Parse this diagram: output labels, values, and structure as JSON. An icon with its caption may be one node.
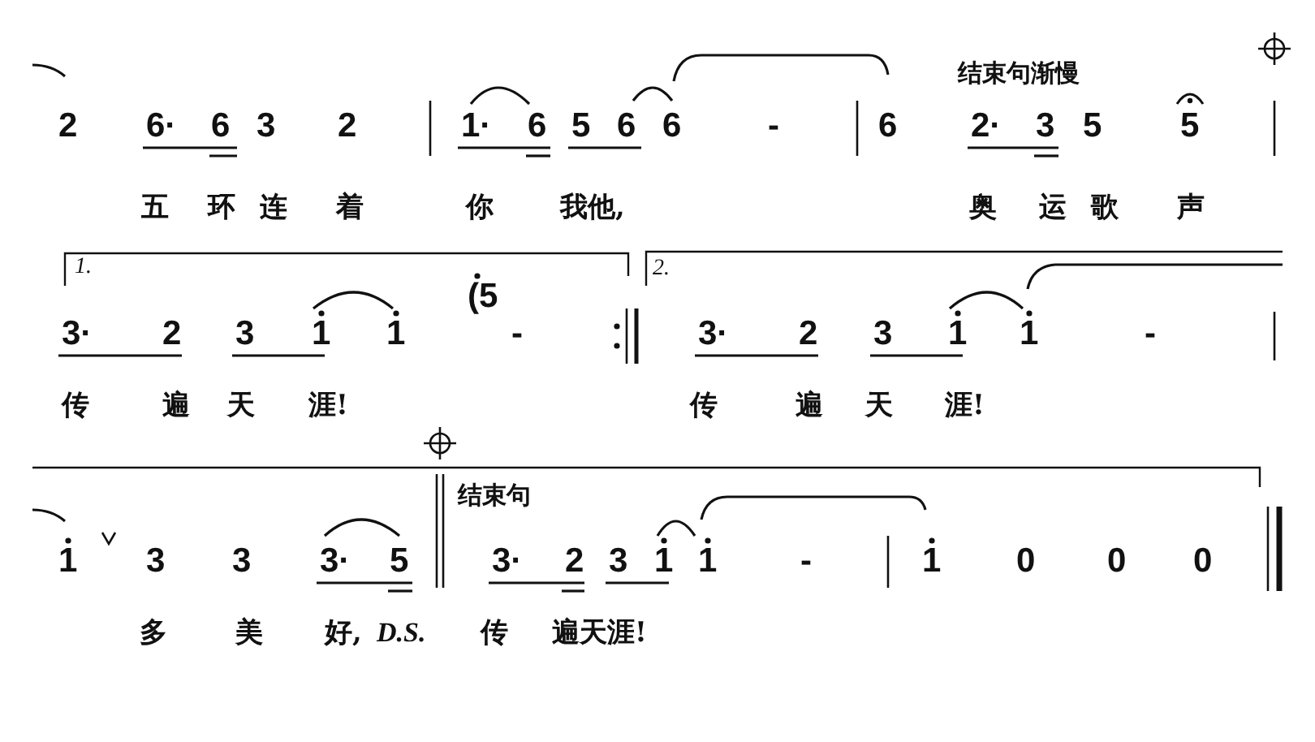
{
  "diagram": {
    "labels": [
      "结束句渐慢",
      "2",
      "6·",
      "6",
      "3",
      "2",
      "1·",
      "6",
      "5",
      "6",
      "6",
      "-",
      "6",
      "2·",
      "3",
      "5",
      "5",
      "五",
      "环",
      "连",
      "着",
      "你",
      "我他,",
      "奥",
      "运",
      "歌",
      "声",
      "1.",
      "2.",
      "(5",
      "3·",
      "2",
      "3",
      "1",
      "1",
      "-",
      "3·",
      "2",
      "3",
      "1",
      "1",
      "-",
      "传",
      "遍",
      "天",
      "涯!",
      "传",
      "遍",
      "天",
      "涯!",
      "结束句",
      "1",
      "3",
      "3",
      "3·",
      "5",
      "3·",
      "2",
      "3",
      "1",
      "1",
      "-",
      "1",
      "0",
      "0",
      "0",
      "多",
      "美",
      "好,",
      "D.S.",
      "传",
      "遍天涯!"
    ]
  }
}
